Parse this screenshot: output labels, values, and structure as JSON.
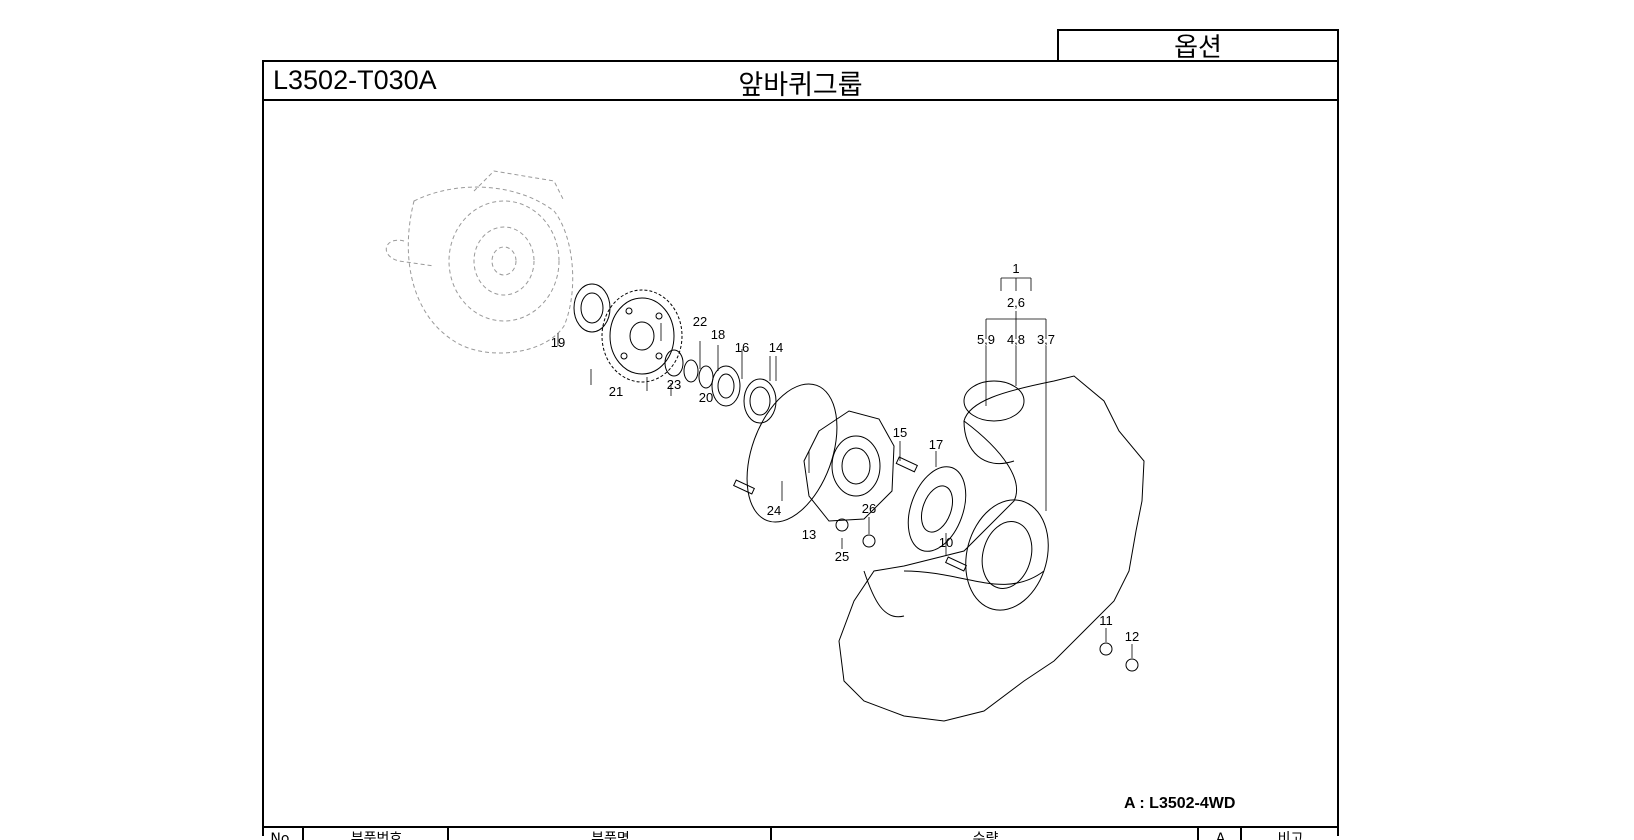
{
  "header": {
    "option_label": "옵션",
    "part_code": "L3502-T030A",
    "title": "앞바퀴그룹"
  },
  "diagram": {
    "callouts": [
      {
        "id": "c1",
        "label": "1"
      },
      {
        "id": "c2",
        "label": "2,6"
      },
      {
        "id": "c3",
        "label": "5,9"
      },
      {
        "id": "c4",
        "label": "4,8"
      },
      {
        "id": "c5",
        "label": "3,7"
      },
      {
        "id": "c10",
        "label": "10"
      },
      {
        "id": "c11",
        "label": "11"
      },
      {
        "id": "c12",
        "label": "12"
      },
      {
        "id": "c13",
        "label": "13"
      },
      {
        "id": "c14",
        "label": "14"
      },
      {
        "id": "c15",
        "label": "15"
      },
      {
        "id": "c16",
        "label": "16"
      },
      {
        "id": "c17",
        "label": "17"
      },
      {
        "id": "c18",
        "label": "18"
      },
      {
        "id": "c19",
        "label": "19"
      },
      {
        "id": "c20",
        "label": "20"
      },
      {
        "id": "c21",
        "label": "21"
      },
      {
        "id": "c22",
        "label": "22"
      },
      {
        "id": "c23",
        "label": "23"
      },
      {
        "id": "c24",
        "label": "24"
      },
      {
        "id": "c25",
        "label": "25"
      },
      {
        "id": "c26",
        "label": "26"
      }
    ],
    "note": "A : L3502-4WD"
  },
  "table_header": {
    "columns": [
      "No.",
      "부품번호",
      "부품명",
      "수량",
      "A",
      "비고"
    ]
  }
}
